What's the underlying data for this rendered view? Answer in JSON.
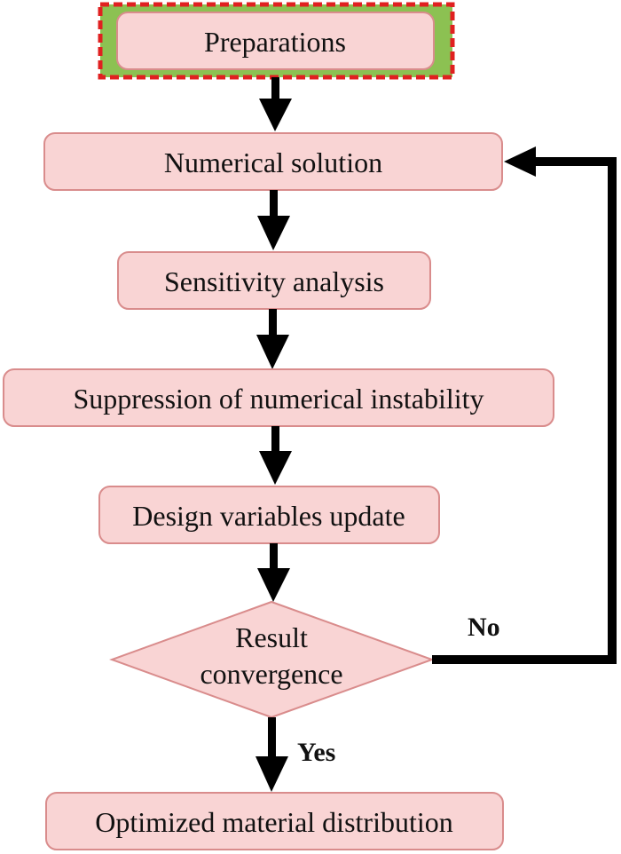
{
  "diagram": {
    "steps": {
      "preparations": "Preparations",
      "numerical_solution": "Numerical solution",
      "sensitivity_analysis": "Sensitivity analysis",
      "suppression": "Suppression of numerical instability",
      "design_update": "Design variables update",
      "result_line1": "Result",
      "result_line2": "convergence",
      "optimized": "Optimized material distribution"
    },
    "branches": {
      "no": "No",
      "yes": "Yes"
    },
    "colors": {
      "box_fill": "#f9d4d4",
      "start_frame_fill": "#8cc152",
      "start_frame_border": "#e02020",
      "arrow": "#000000"
    }
  }
}
